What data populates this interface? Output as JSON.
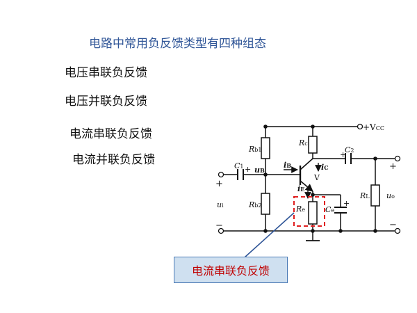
{
  "title": "电路中常用负反馈类型有四种组态",
  "feedback_types": [
    "电压串联负反馈",
    "电压并联负反馈",
    "电流串联负反馈",
    "电流并联负反馈"
  ],
  "circuit": {
    "vcc_label": "+V",
    "vcc_sub": "CC",
    "components": {
      "rb1": {
        "main": "R",
        "sub": "b1"
      },
      "rb2": {
        "main": "R",
        "sub": "b2"
      },
      "rc": {
        "main": "R",
        "sub": "c"
      },
      "re": {
        "main": "R",
        "sub": "e"
      },
      "rl": {
        "main": "R",
        "sub": "L"
      },
      "c1": {
        "main": "C",
        "sub": "1"
      },
      "c2": {
        "main": "C",
        "sub": "2"
      },
      "ce": {
        "main": "C",
        "sub": "e"
      },
      "transistor": "V"
    },
    "currents": {
      "ib": {
        "main": "i",
        "sub": "B"
      },
      "ic": {
        "main": "i",
        "sub": "C"
      },
      "ie": {
        "main": "i",
        "sub": "E"
      }
    },
    "node_ub": {
      "main": "u",
      "sub": "B"
    },
    "input": {
      "main": "u",
      "sub": "i"
    },
    "output": {
      "main": "u",
      "sub": "o"
    },
    "plus": "+",
    "minus": "−"
  },
  "callout": "电流串联负反馈",
  "colors": {
    "title": "#2f5597",
    "highlight_box": "#e02020",
    "callout_text": "#c00000",
    "callout_bg": "#cfe0f0",
    "callout_border": "#4a7ab5",
    "pointer_line": "#2f5597"
  }
}
